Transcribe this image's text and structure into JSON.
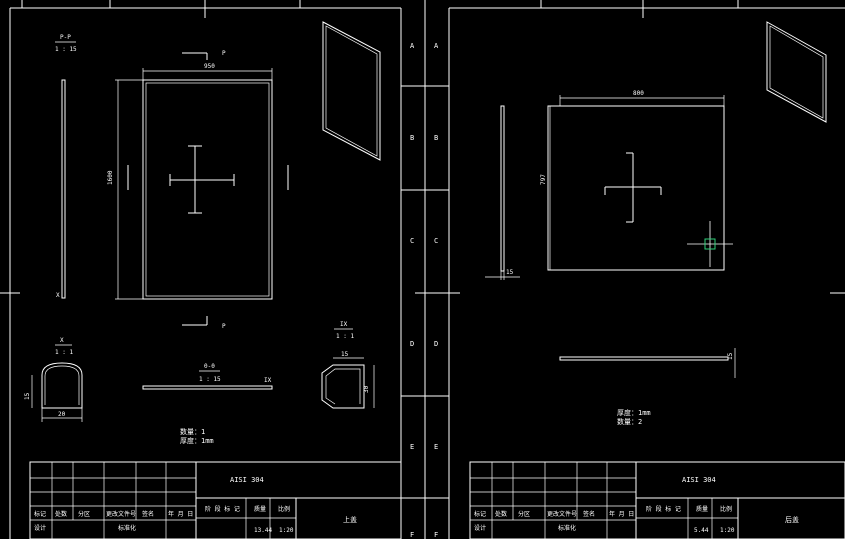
{
  "zone_letters": [
    "A",
    "B",
    "C",
    "D",
    "E",
    "F"
  ],
  "sheet_left": {
    "section_pp": {
      "label": "P-P",
      "scale": "1 : 15"
    },
    "section_mark": "P",
    "dim_width": "950",
    "dim_height": "1600",
    "detail_x": {
      "label": "X",
      "scale": "1 : 1",
      "callout": "X",
      "dim_height": "15",
      "dim_width": "20"
    },
    "section_00": {
      "label": "0-0",
      "scale": "1 : 15",
      "callout": "IX"
    },
    "detail_ix": {
      "label": "IX",
      "scale": "1 : 1",
      "dim_width": "15",
      "dim_height": "30"
    },
    "notes": [
      "数量：1",
      "厚度：1mm"
    ],
    "title_block": {
      "material": "AISI 304",
      "name": "上盖",
      "stage_header": "阶 段 标 记",
      "mass_header": "质量",
      "scale_header": "比例",
      "mass": "13.44",
      "scale": "1:20",
      "row_headers": [
        "标记",
        "处数",
        "分区",
        "更改文件号",
        "签名",
        "年 月 日"
      ],
      "design_row": [
        "设计",
        "标准化"
      ]
    }
  },
  "sheet_right": {
    "dim_width": "800",
    "dim_height": "797",
    "dim_edge": "15",
    "dim_flat": "15",
    "notes": [
      "厚度：1mm",
      "数量：2"
    ],
    "title_block": {
      "material": "AISI 304",
      "name": "后盖",
      "stage_header": "阶 段 标 记",
      "mass_header": "质量",
      "scale_header": "比例",
      "mass": "5.44",
      "scale": "1:20",
      "row_headers": [
        "标记",
        "处数",
        "分区",
        "更改文件号",
        "签名",
        "年 月 日"
      ],
      "design_row": [
        "设计",
        "标准化"
      ]
    }
  }
}
